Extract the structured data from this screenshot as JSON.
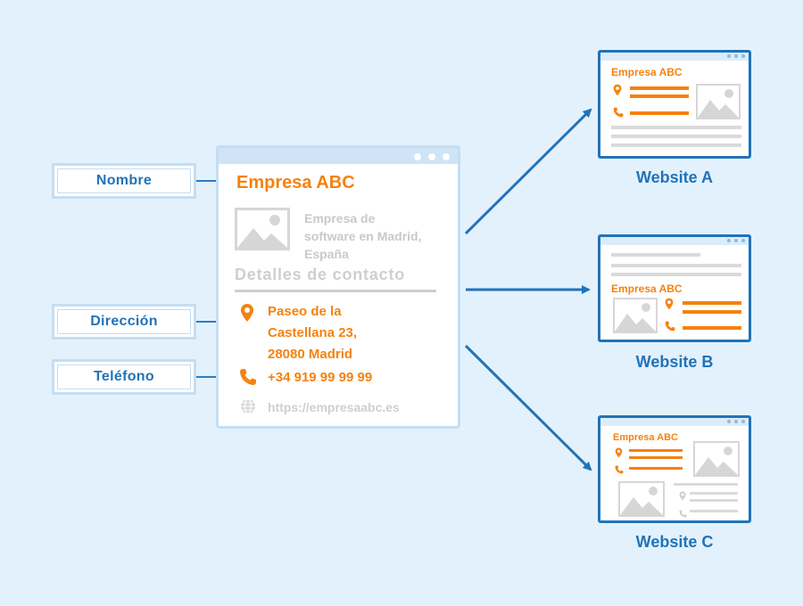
{
  "labels": {
    "name": "Nombre",
    "address": "Dirección",
    "phone": "Teléfono"
  },
  "listing": {
    "company": "Empresa ABC",
    "description": "Empresa de software en Madrid, España",
    "section_title": "Detalles de contacto",
    "address_line1": "Paseo de la",
    "address_line2": "Castellana 23,",
    "address_line3": "28080 Madrid",
    "phone": "+34 919 99 99 99",
    "url": "https://empresaabc.es"
  },
  "websites": [
    {
      "company": "Empresa ABC",
      "label": "Website A"
    },
    {
      "company": "Empresa ABC",
      "label": "Website B"
    },
    {
      "company": "Empresa ABC",
      "label": "Website C"
    }
  ],
  "icons": [
    "image-placeholder-icon",
    "location-pin-icon",
    "phone-icon",
    "globe-icon"
  ],
  "colors": {
    "background": "#e3f1fc",
    "primary_blue": "#2173b8",
    "accent_orange": "#f5820f",
    "muted_gray": "#cfcfcf"
  }
}
